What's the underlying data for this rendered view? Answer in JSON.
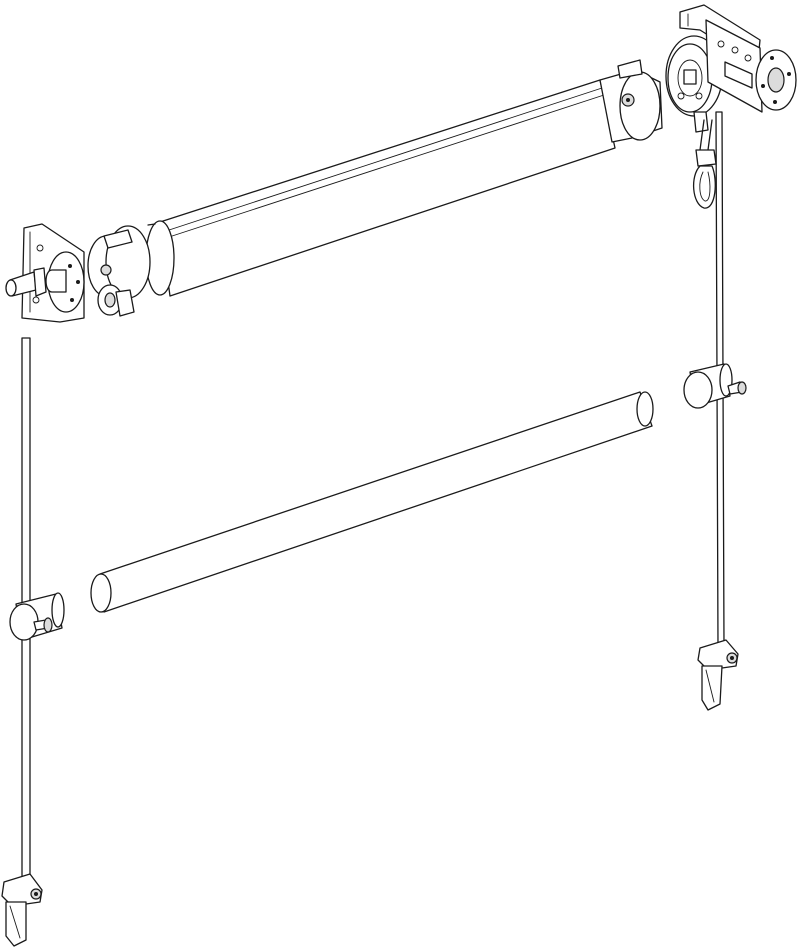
{
  "diagram": {
    "kind": "exploded-assembly",
    "components": [
      {
        "id": "top-roller-tube"
      },
      {
        "id": "left-mounting-bracket"
      },
      {
        "id": "right-mounting-bracket"
      },
      {
        "id": "chain-drive-clutch"
      },
      {
        "id": "chain-loop"
      },
      {
        "id": "left-idler-end-plug"
      },
      {
        "id": "right-end-plug"
      },
      {
        "id": "bottom-rail-tube"
      },
      {
        "id": "left-guide-rod"
      },
      {
        "id": "right-guide-rod"
      },
      {
        "id": "left-rod-clamp"
      },
      {
        "id": "right-rod-clamp"
      },
      {
        "id": "left-bottom-fixing"
      },
      {
        "id": "right-bottom-fixing"
      }
    ]
  },
  "colors": {
    "line": "#1a1a1a",
    "background": "#ffffff",
    "shade": "#dcdcdc"
  }
}
